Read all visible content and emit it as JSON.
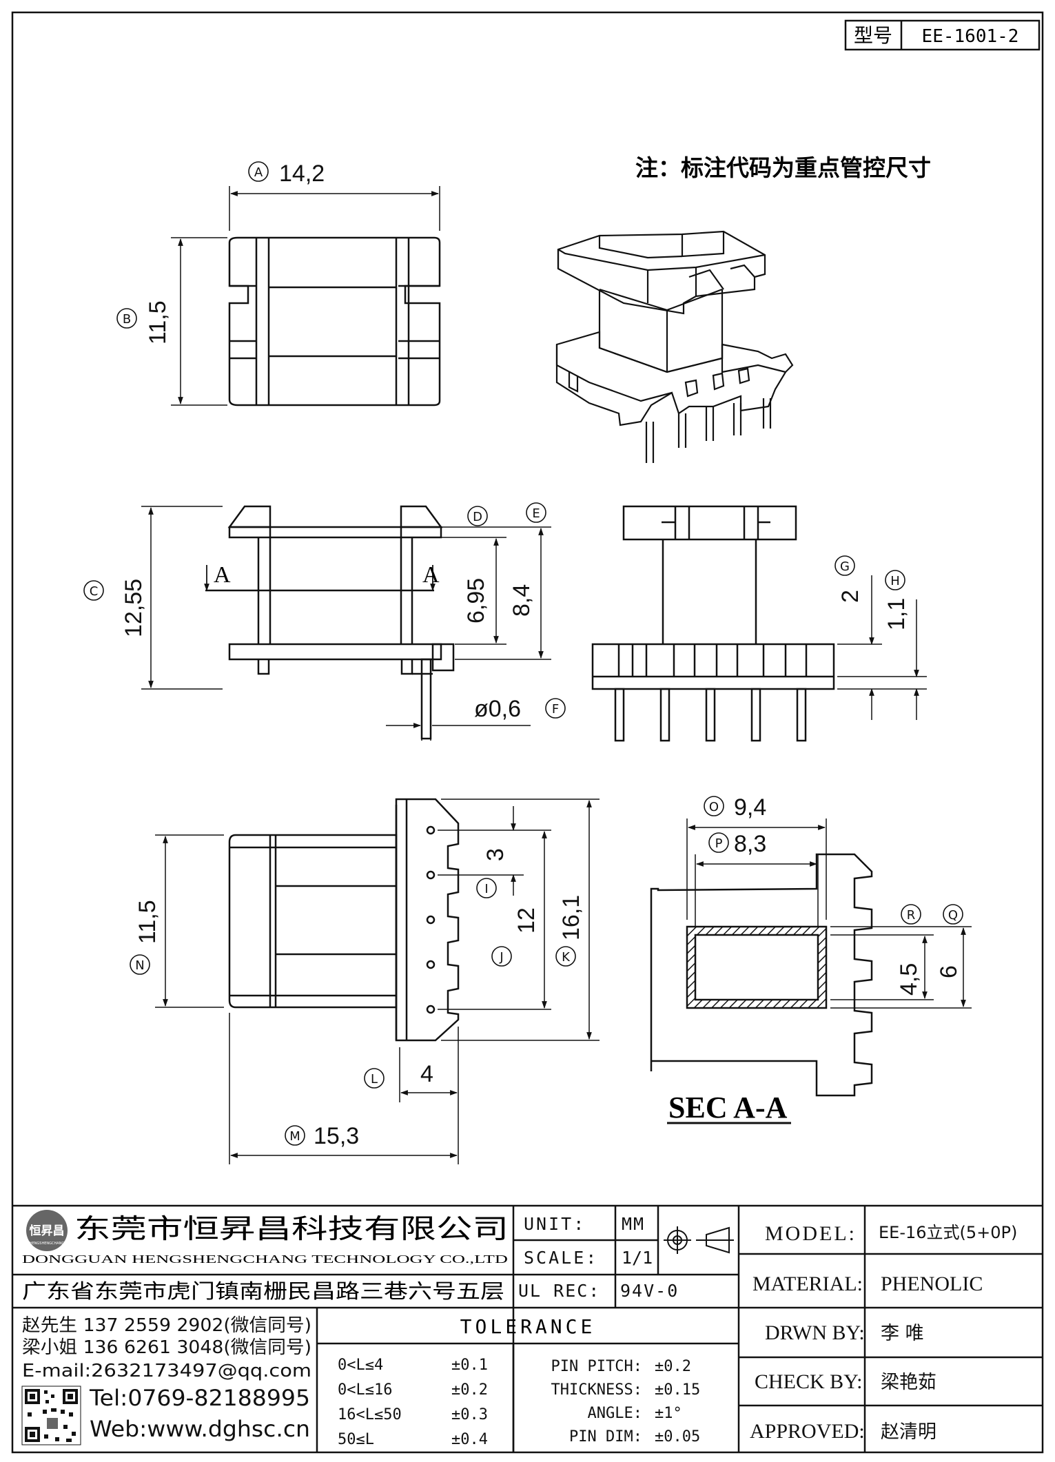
{
  "model_box": {
    "label": "型号",
    "value": "EE-1601-2"
  },
  "note": "注：标注代码为重点管控尺寸",
  "dims": {
    "A": {
      "code": "A",
      "value": "14,2"
    },
    "B": {
      "code": "B",
      "value": "11,5"
    },
    "C": {
      "code": "C",
      "value": "12,55"
    },
    "D": {
      "code": "D",
      "value": "6,95"
    },
    "E": {
      "code": "E",
      "value": "8,4"
    },
    "F": {
      "code": "F",
      "value": "ø0,6"
    },
    "G": {
      "code": "G",
      "value": "2"
    },
    "H": {
      "code": "H",
      "value": "1,1"
    },
    "I": {
      "code": "I",
      "value": "3"
    },
    "J": {
      "code": "J",
      "value": "12"
    },
    "K": {
      "code": "K",
      "value": "16,1"
    },
    "L": {
      "code": "L",
      "value": "4"
    },
    "M": {
      "code": "M",
      "value": "15,3"
    },
    "N": {
      "code": "N",
      "value": "11,5"
    },
    "O": {
      "code": "O",
      "value": "9,4"
    },
    "P": {
      "code": "P",
      "value": "8,3"
    },
    "Q": {
      "code": "Q",
      "value": "6"
    },
    "R": {
      "code": "R",
      "value": "4,5"
    }
  },
  "section_marker": "A",
  "section_title": "SEC A-A",
  "company": {
    "name_cn": "东莞市恒昇昌科技有限公司",
    "name_en": "DONGGUAN HENGSHENGCHANG TECHNOLOGY CO.,LTD",
    "address": "广东省东莞市虎门镇南栅民昌路三巷六号五层",
    "logo_text": "恒昇昌",
    "logo_sub": "HENGSHENGCHANG"
  },
  "contacts": {
    "line1": "赵先生 137 2559 2902(微信同号)",
    "line2": "梁小姐 136 6261 3048(微信同号)",
    "email": "E-mail:2632173497@qq.com",
    "tel": "Tel:0769-82188995",
    "web": "Web:www.dghsc.cn"
  },
  "specs": {
    "unit_label": "UNIT:",
    "unit_value": "MM",
    "scale_label": "SCALE:",
    "scale_value": "1/1",
    "ul_label": "UL REC:",
    "ul_value": "94V-0"
  },
  "tolerance": {
    "title": "TOLERANCE",
    "ranges": [
      {
        "range": "0<L≤4",
        "tol": "±0.1"
      },
      {
        "range": "0<L≤16",
        "tol": "±0.2"
      },
      {
        "range": "16<L≤50",
        "tol": "±0.3"
      },
      {
        "range": "50≤L",
        "tol": "±0.4"
      }
    ],
    "other": [
      {
        "label": "PIN PITCH:",
        "tol": "±0.2"
      },
      {
        "label": "THICKNESS:",
        "tol": "±0.15"
      },
      {
        "label": "ANGLE:",
        "tol": "±1°"
      },
      {
        "label": "PIN DIM:",
        "tol": "±0.05"
      }
    ]
  },
  "title_block": {
    "model_label": "MODEL:",
    "model_value": "EE-16立式(5+0P)",
    "material_label": "MATERIAL:",
    "material_value": "PHENOLIC",
    "drawn_label": "DRWN BY:",
    "drawn_value": "李 唯",
    "check_label": "CHECK BY:",
    "check_value": "梁艳茹",
    "approved_label": "APPROVED:",
    "approved_value": "赵清明"
  }
}
